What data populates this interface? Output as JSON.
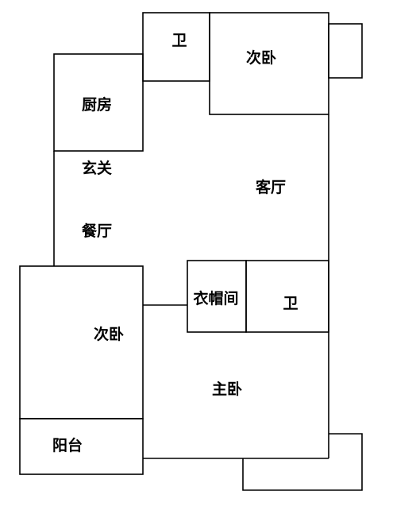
{
  "rooms": {
    "bathroom_top": "卫",
    "second_bedroom_top": "次卧",
    "kitchen": "厨房",
    "entrance": "玄关",
    "living_room": "客厅",
    "dining_room": "餐厅",
    "cloakroom": "衣帽间",
    "bathroom_master": "卫",
    "second_bedroom_left": "次卧",
    "master_bedroom": "主卧",
    "balcony": "阳台"
  },
  "colors": {
    "wall": "#000000",
    "background": "#ffffff",
    "label": "#000000"
  }
}
